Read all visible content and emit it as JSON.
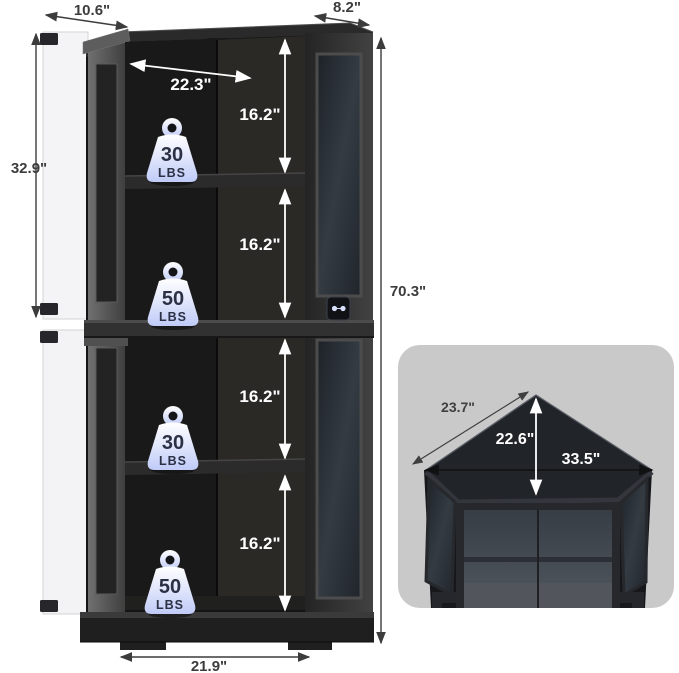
{
  "main_view": {
    "dimensions": {
      "left_top_width": "10.6\"",
      "right_top_width": "8.2\"",
      "door_height": "32.9\"",
      "overall_height": "70.3\"",
      "bottom_width": "21.9\"",
      "inner_width": "22.3\"",
      "compartment_heights": [
        "16.2\"",
        "16.2\"",
        "16.2\"",
        "16.2\""
      ]
    },
    "capacities": [
      {
        "value": "30",
        "unit": "LBS"
      },
      {
        "value": "50",
        "unit": "LBS"
      },
      {
        "value": "30",
        "unit": "LBS"
      },
      {
        "value": "50",
        "unit": "LBS"
      }
    ]
  },
  "top_view": {
    "dimensions": {
      "back_left_edge": "23.7\"",
      "depth": "22.6\"",
      "front_width": "33.5\""
    }
  },
  "icons": {
    "weight_icon": "weight-capacity",
    "power_port_icon": "power-outlet"
  },
  "colors": {
    "weight_fill": "#c3cdf7",
    "weight_text": "#2b3144",
    "inset_background": "#c9c9c9",
    "cabinet_dark": "#1b1b1b",
    "dimension_label": "#3c3c3c",
    "white_label": "#ffffff"
  }
}
